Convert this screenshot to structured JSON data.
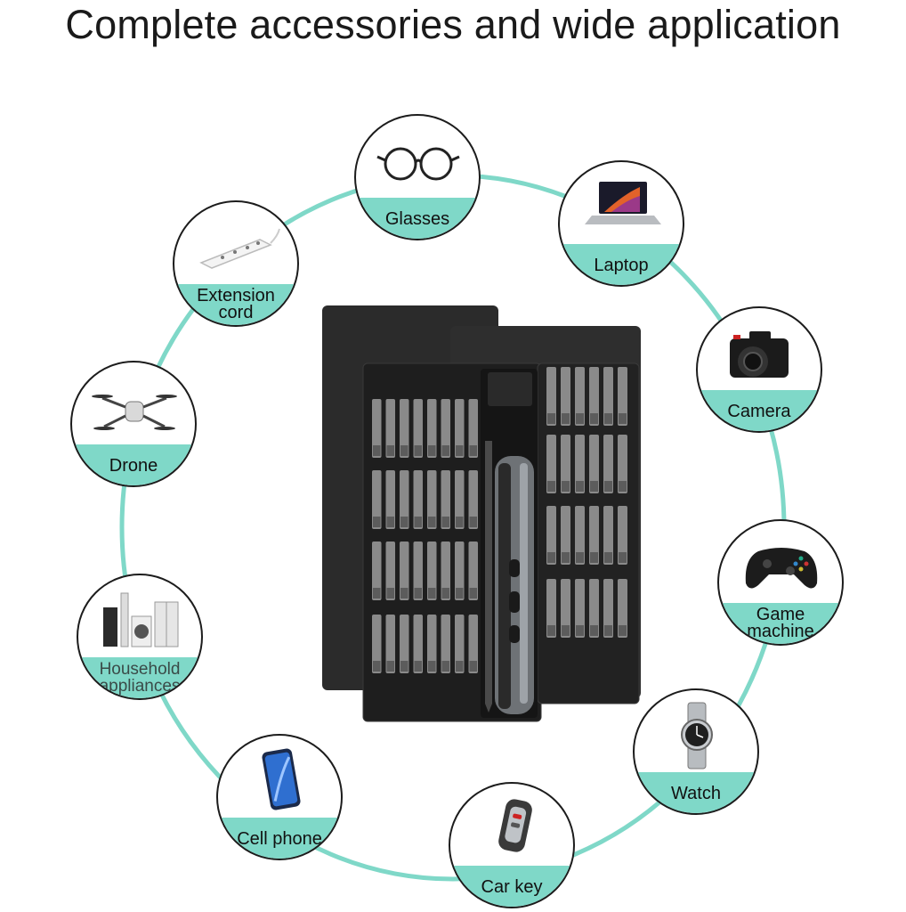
{
  "headline": "Complete accessories and wide application",
  "colors": {
    "ring": "#7fd8c8",
    "band": "#7fd8c8",
    "case": "#2b2b2b",
    "tray": "#1e1e1e",
    "bit": "#8a8a8a"
  },
  "applications": [
    {
      "id": "glasses",
      "label": "Glasses",
      "icon": "glasses-icon"
    },
    {
      "id": "laptop",
      "label": "Laptop",
      "icon": "laptop-icon"
    },
    {
      "id": "extension",
      "label": "Extension\ncord",
      "icon": "power-strip-icon"
    },
    {
      "id": "camera",
      "label": "Camera",
      "icon": "camera-icon"
    },
    {
      "id": "drone",
      "label": "Drone",
      "icon": "drone-icon"
    },
    {
      "id": "game",
      "label": "Game\nmachine",
      "icon": "gamepad-icon"
    },
    {
      "id": "household",
      "label": "Household\nappliances",
      "icon": "appliances-icon"
    },
    {
      "id": "watch",
      "label": "Watch",
      "icon": "watch-icon"
    },
    {
      "id": "phone",
      "label": "Cell phone",
      "icon": "phone-icon"
    },
    {
      "id": "carkey",
      "label": "Car key",
      "icon": "car-key-icon"
    }
  ],
  "product": {
    "left_tray_rows": [
      8,
      8,
      8,
      8
    ],
    "right_tray_rows": [
      6,
      6,
      6,
      6
    ]
  }
}
